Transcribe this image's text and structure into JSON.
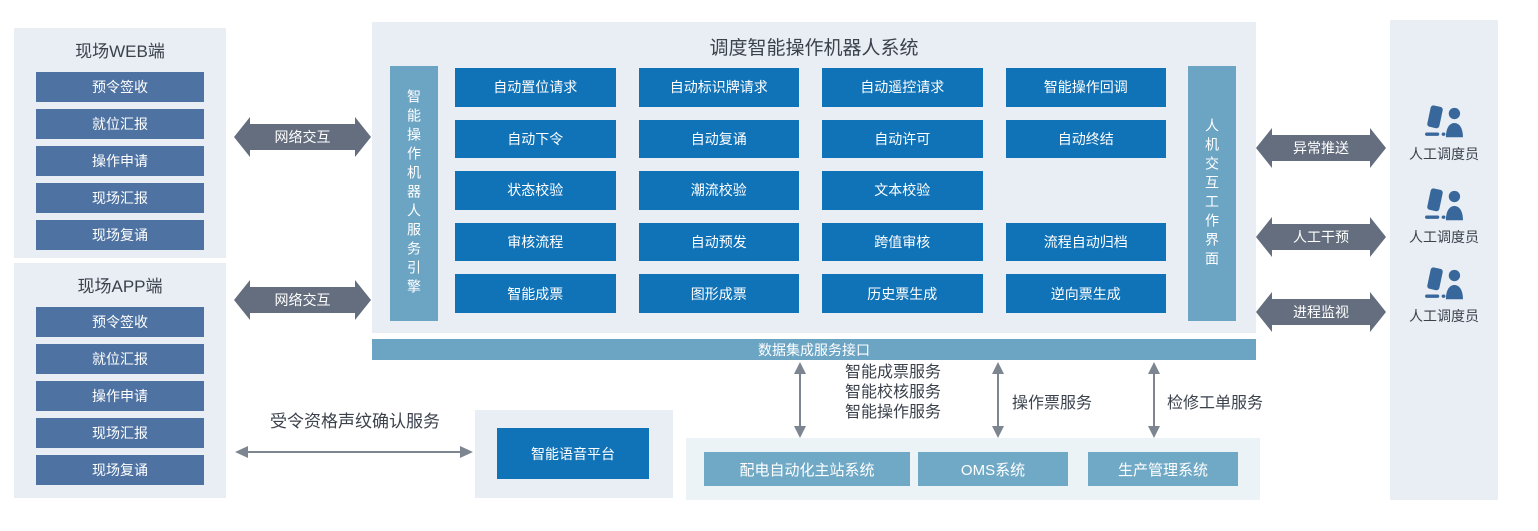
{
  "colors": {
    "panel_bg": "#e9edf4",
    "main_panel_bg": "#e9eef5",
    "slate_button": "#4e73a3",
    "blue_button": "#1073b8",
    "steel_bar": "#6ca5c4",
    "thick_arrow": "#646e7e",
    "thin_arrow": "#7d8690",
    "text_dark": "#3b424c",
    "person_icon_color": "#38689b"
  },
  "left_panels": [
    {
      "title": "现场WEB端",
      "items": [
        "预令签收",
        "就位汇报",
        "操作申请",
        "现场汇报",
        "现场复诵"
      ]
    },
    {
      "title": "现场APP端",
      "items": [
        "预令签收",
        "就位汇报",
        "操作申请",
        "现场汇报",
        "现场复诵"
      ]
    }
  ],
  "network_arrows": [
    {
      "label": "网络交互"
    },
    {
      "label": "网络交互"
    }
  ],
  "main_system": {
    "title": "调度智能操作机器人系统",
    "left_bar_label": "智能操作机器人服务引擎",
    "right_bar_label": "人机交互工作界面",
    "modules": [
      "自动置位请求",
      "自动标识牌请求",
      "自动遥控请求",
      "智能操作回调",
      "自动下令",
      "自动复诵",
      "自动许可",
      "自动终结",
      "状态校验",
      "潮流校验",
      "文本校验",
      "审核流程",
      "自动预发",
      "跨值审核",
      "流程自动归档",
      "智能成票",
      "图形成票",
      "历史票生成",
      "逆向票生成"
    ]
  },
  "data_bar_label": "数据集成服务接口",
  "voice_platform": {
    "service_label": "受令资格声纹确认服务",
    "box_label": "智能语音平台"
  },
  "integration_services": {
    "multi_line": [
      "智能成票服务",
      "智能校核服务",
      "智能操作服务"
    ],
    "operation_ticket": "操作票服务",
    "maintenance_order": "检修工单服务"
  },
  "external_systems": [
    "配电自动化主站系统",
    "OMS系统",
    "生产管理系统"
  ],
  "right_interactions": [
    {
      "label": "异常推送"
    },
    {
      "label": "人工干预"
    },
    {
      "label": "进程监视"
    }
  ],
  "operators": [
    {
      "label": "人工调度员"
    },
    {
      "label": "人工调度员"
    },
    {
      "label": "人工调度员"
    }
  ]
}
